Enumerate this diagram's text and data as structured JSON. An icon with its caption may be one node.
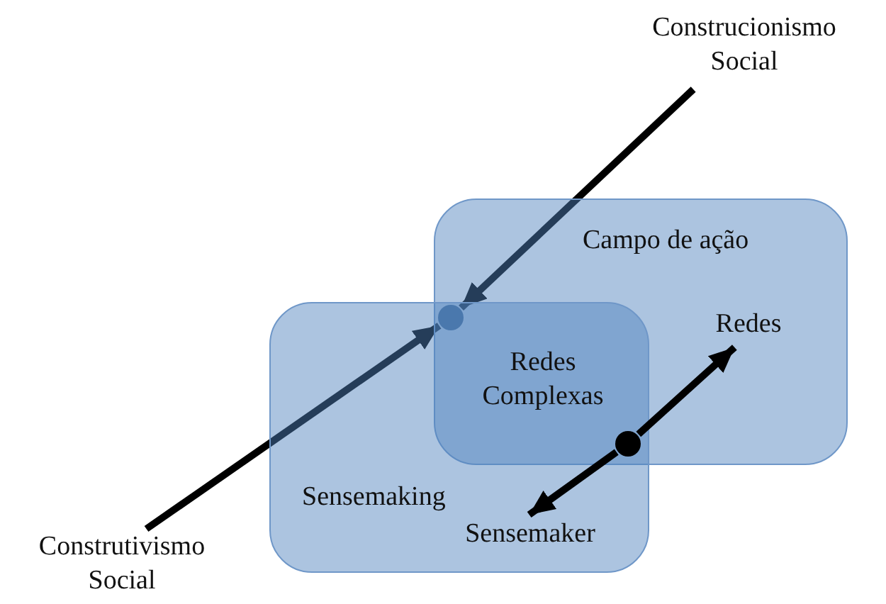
{
  "diagram": {
    "nodes": [
      {
        "text": [
          "Construcionismo Social"
        ]
      },
      {
        "text": [
          "Campo de ação"
        ]
      },
      {
        "text": [
          "Sensemaking"
        ]
      },
      {
        "text": [
          "Redes Complexas"
        ]
      },
      {
        "text": [
          "Redes"
        ],
        "in": 1
      },
      {
        "text": [
          "Sensemaker"
        ],
        "in": 2
      },
      {
        "text": [],
        "shape": "circle"
      },
      {
        "text": [],
        "shape": "circle"
      },
      {
        "text": [
          "Construtivismo Social"
        ]
      }
    ],
    "edges": [
      {
        "from": 0,
        "to": 6,
        "arrow": "to"
      },
      {
        "from": 8,
        "to": 6,
        "arrow": "to"
      },
      {
        "from": 7,
        "to": 4,
        "arrow": "to"
      },
      {
        "from": 7,
        "to": 5,
        "arrow": "to"
      }
    ]
  }
}
